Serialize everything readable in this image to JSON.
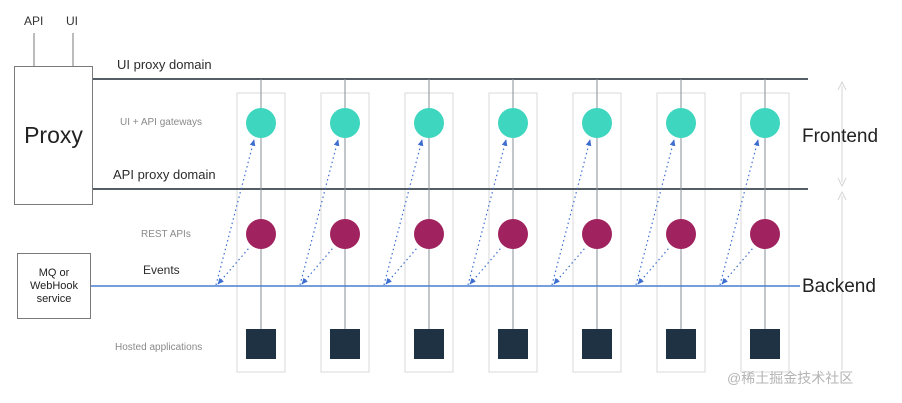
{
  "labels": {
    "api": "API",
    "ui": "UI",
    "proxy": "Proxy",
    "mq_service": "MQ or\nWebHook\nservice",
    "ui_proxy_domain": "UI proxy domain",
    "api_proxy_domain": "API proxy domain",
    "ui_api_gateways": "UI + API gateways",
    "rest_apis": "REST APIs",
    "events": "Events",
    "hosted_applications": "Hosted applications",
    "frontend": "Frontend",
    "backend": "Backend"
  },
  "watermark": "@稀土掘金技术社区",
  "columns": 7,
  "colors": {
    "gateway": "#3fd6c0",
    "rest_api": "#a0225e",
    "hosted_app": "#1f3244",
    "event_line": "#4a7fd0",
    "domain_line": "#555e66",
    "column_frame": "#d9d9d9",
    "arrow": "#3f6fce"
  }
}
